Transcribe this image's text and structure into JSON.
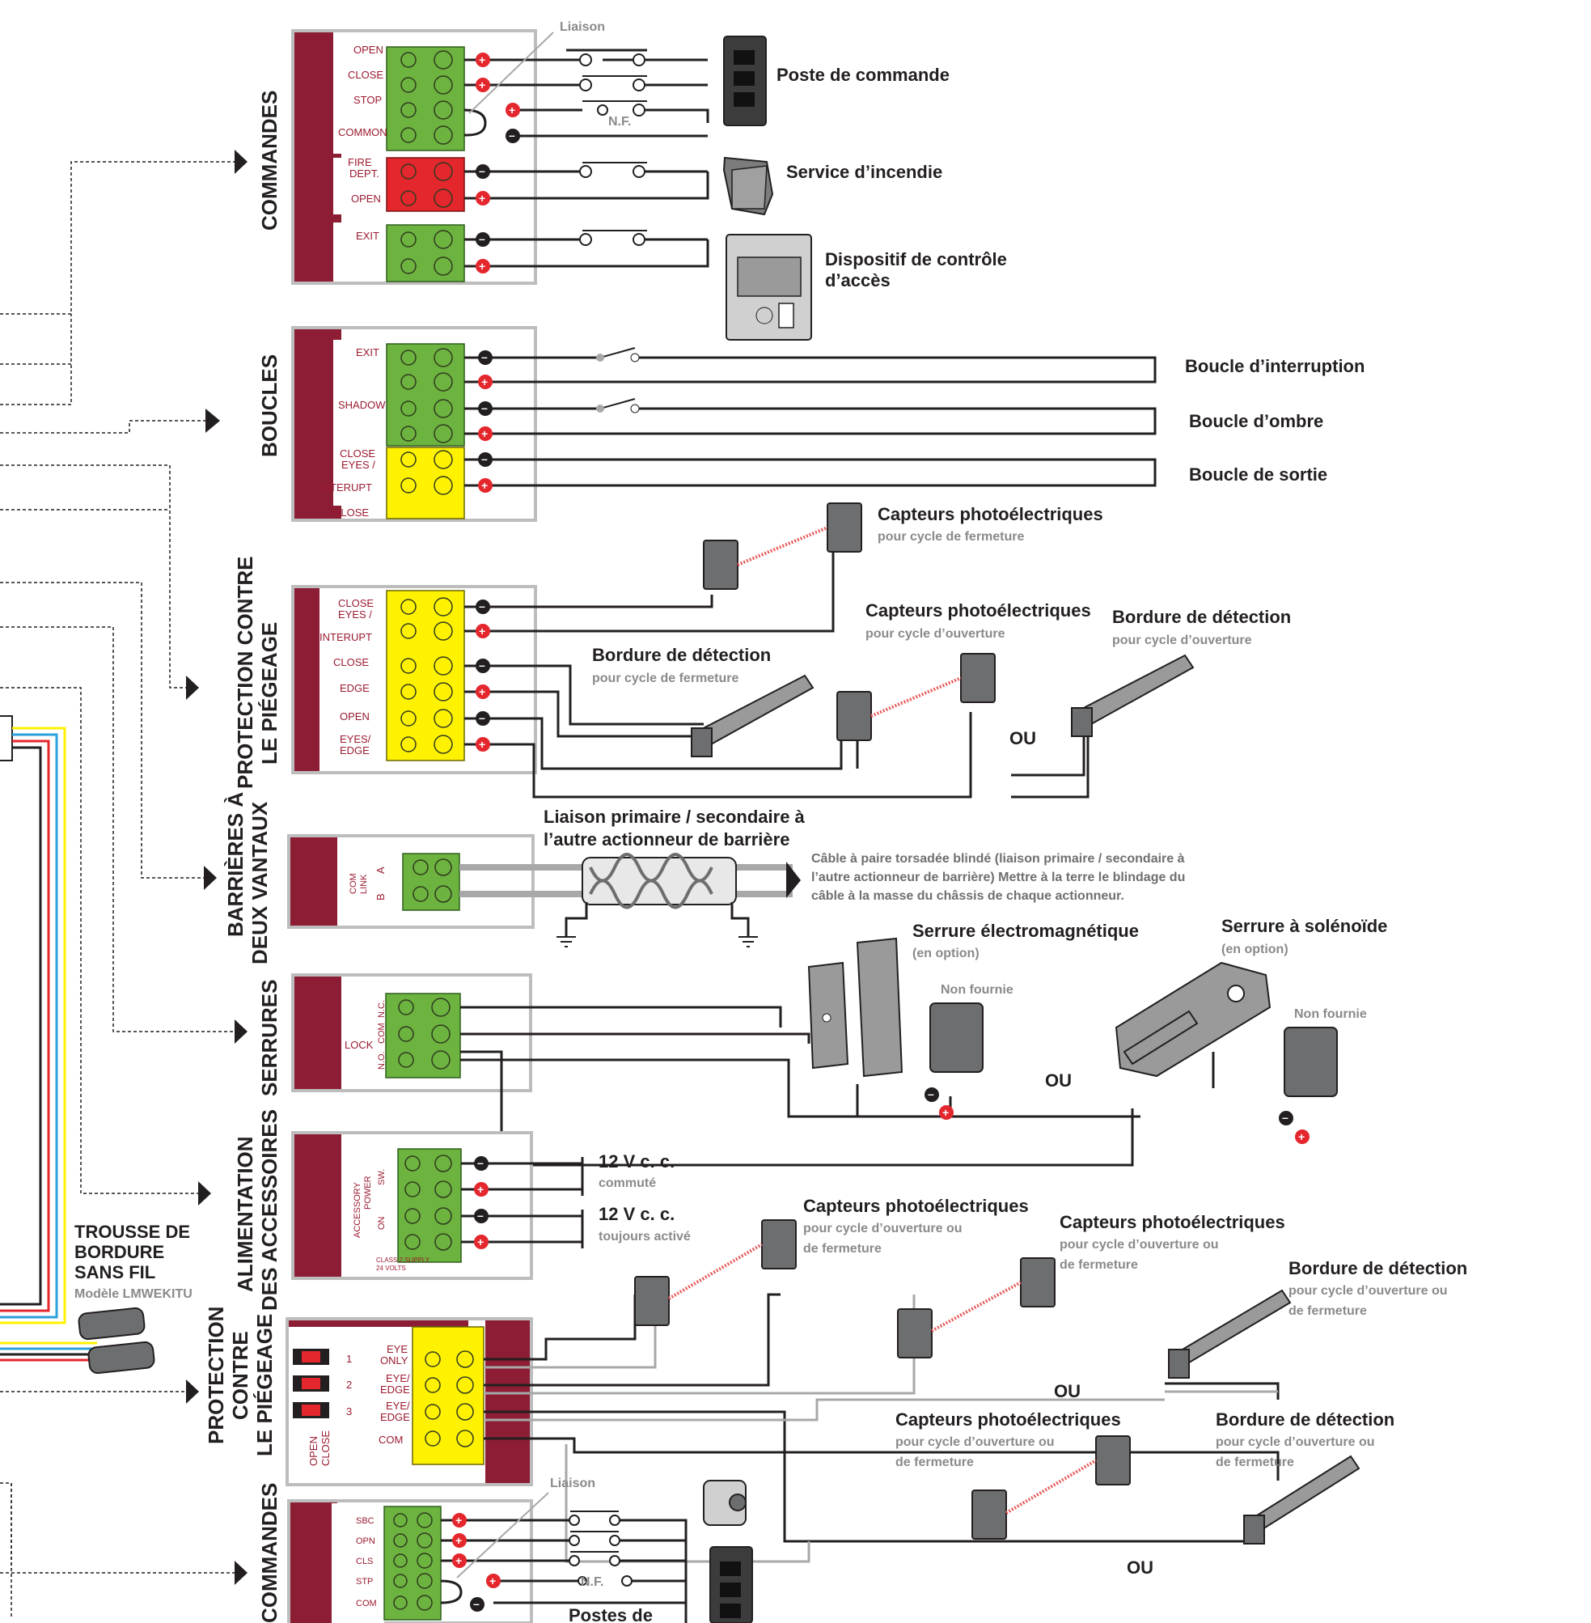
{
  "colors": {
    "maroon": "#8c1d35",
    "terminal_green": "#6db33f",
    "terminal_red": "#e4262d",
    "terminal_yellow": "#fff200",
    "beam": "#e85a5a",
    "wire_black": "#231f20",
    "wire_gray": "#a8a8a8"
  },
  "sections": {
    "commandes": "COMMANDES",
    "boucles": "BOUCLES",
    "protection1_line1": "PROTECTION CONTRE",
    "protection1_line2": "LE PIÉGEAGE",
    "barrieres_line1": "BARRIÈRES À",
    "barrieres_line2": "DEUX VANTAUX",
    "serrures": "SERRURES",
    "alim_line1": "ALIMENTATION",
    "alim_line2": "DES ACCESSOIRES",
    "protection2_line1": "PROTECTION",
    "protection2_line2": "CONTRE",
    "protection2_line3": "LE PIÉGEAGE",
    "commandes2": "COMMANDES"
  },
  "terminals": {
    "open": "OPEN",
    "close": "CLOSE",
    "stop": "STOP",
    "common": "COMMON",
    "fire": "FIRE",
    "dept": "DEPT.",
    "exit": "EXIT",
    "shadow": "SHADOW",
    "eyes_slash": "EYES /",
    "interupt": "INTERUPT",
    "edge": "EDGE",
    "eyes_edge": "EYES/",
    "com": "COM",
    "link": "LINK",
    "a": "A",
    "b": "B",
    "nc": "N.C.",
    "no": "N.O.",
    "lock": "LOCK",
    "accessory": "ACCESSORY",
    "power": "POWER",
    "sw": "SW.",
    "on": "ON",
    "class2": "CLASS 2 SUPPLY",
    "volts": "24 VOLTS",
    "eye": "EYE",
    "only": "ONLY",
    "eye_slash": "EYE/",
    "sbc": "SBC",
    "opn": "OPN",
    "cls": "CLS",
    "stp": "STP",
    "n1": "1",
    "n2": "2",
    "n3": "3"
  },
  "labels": {
    "liaison": "Liaison",
    "nf": "N.F.",
    "poste": "Poste de commande",
    "incendie": "Service d’incendie",
    "acces_line1": "Dispositif de contrôle",
    "acces_line2": "d’accès",
    "boucle_interruption": "Boucle d’interruption",
    "boucle_ombre": "Boucle d’ombre",
    "boucle_sortie": "Boucle de sortie",
    "capteurs": "Capteurs photoélectriques",
    "pour_fermeture": "pour cycle de fermeture",
    "pour_ouverture": "pour cycle d’ouverture",
    "bordure": "Bordure de détection",
    "ou": "OU",
    "liaison_prim_line1": "Liaison primaire / secondaire à",
    "liaison_prim_line2": "l’autre actionneur de barrière",
    "cable_line1": "Câble à paire torsadée blindé (liaison primaire / secondaire à",
    "cable_line2": "l’autre actionneur de barrière) Mettre à la terre le blindage du",
    "cable_line3": "câble à la masse du châssis de chaque actionneur.",
    "serrure_em": "Serrure électromagnétique",
    "en_option": "(en option)",
    "non_fournie": "Non fournie",
    "serrure_sol": "Serrure à solénoïde",
    "v12": "12 V c. c.",
    "commute": "commuté",
    "toujours": "toujours activé",
    "ouv_ou_line1": "pour cycle d’ouverture ou",
    "ouv_ou_line2": "de fermeture",
    "trousse_line1": "TROUSSE DE",
    "trousse_line2": "BORDURE",
    "trousse_line3": "SANS FIL",
    "modele": "Modèle LMWEKITU",
    "postes": "Postes de",
    "fire_access": "FIRE",
    "stop_btn": "STOP",
    "close_btn": "CLOSE",
    "open_btn": "OPEN"
  }
}
